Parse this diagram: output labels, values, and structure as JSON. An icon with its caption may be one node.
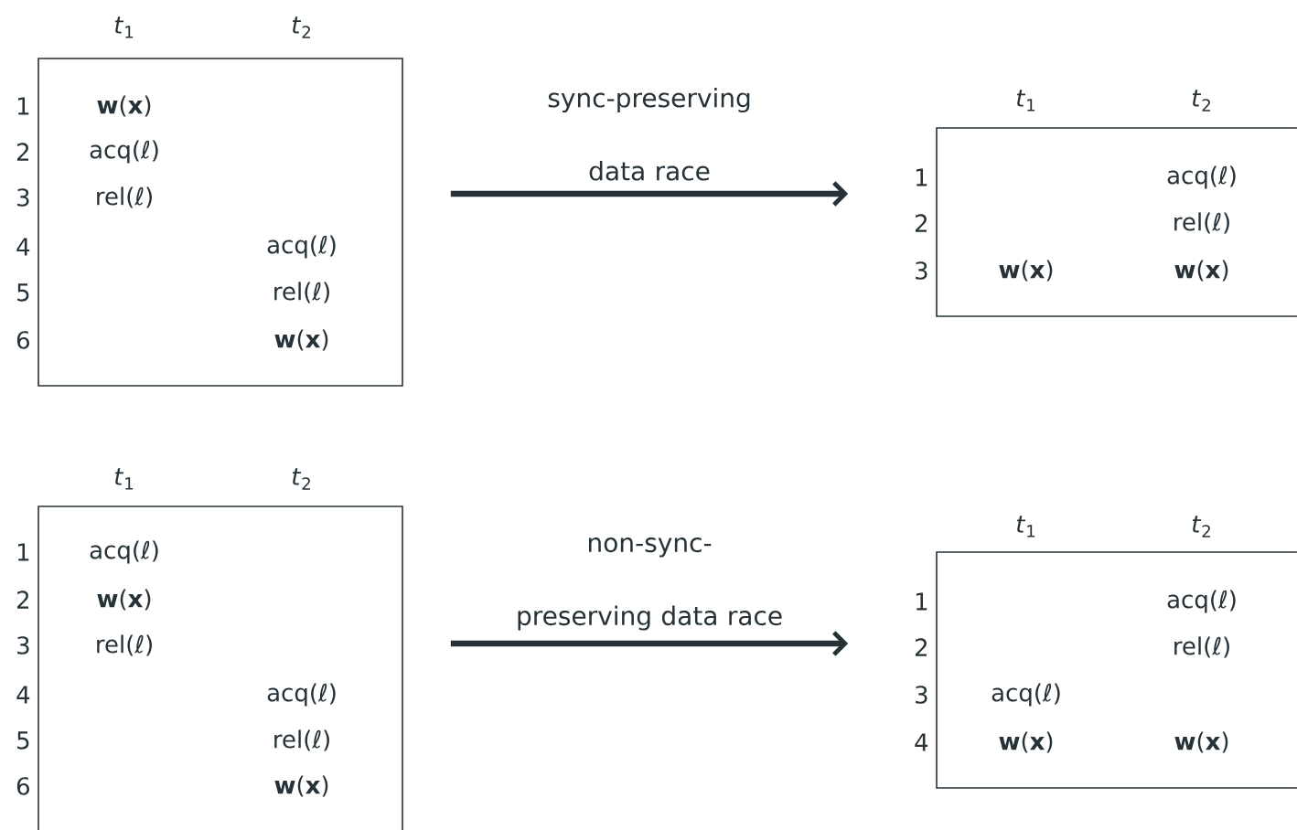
{
  "diagram": {
    "nodes": [
      {
        "text": [
          "*t*$_{1}$",
          "*t*$_{2}$",
          "**w**(**x**)",
          "acq(ℓ)",
          "rel(ℓ)",
          "acq(ℓ)",
          "rel(ℓ)",
          "**w**(**x**)"
        ],
        "beside": [
          "1",
          "2",
          "3",
          "4",
          "5",
          "6"
        ]
      },
      {
        "text": [
          "*t*$_{1}$",
          "*t*$_{2}$",
          "acq(ℓ)",
          "rel(ℓ)",
          "**w**(**x**)",
          "**w**(**x**)"
        ],
        "beside": [
          "1",
          "2",
          "3"
        ]
      },
      {
        "text": [
          "*t*$_{1}$",
          "*t*$_{2}$",
          "acq(ℓ)",
          "**w**(**x**)",
          "rel(ℓ)",
          "acq(ℓ)",
          "rel(ℓ)",
          "**w**(**x**)"
        ],
        "beside": [
          "1",
          "2",
          "3",
          "4",
          "5",
          "6"
        ]
      },
      {
        "text": [
          "*t*$_{1}$",
          "*t*$_{2}$",
          "acq(ℓ)",
          "rel(ℓ)",
          "acq(ℓ)",
          "**w**(**x**)",
          "**w**(**x**)"
        ],
        "beside": [
          "1",
          "2",
          "3",
          "4"
        ]
      }
    ],
    "edges": [
      {
        "from": 0,
        "to": 1,
        "arrow": "to",
        "label": "sync-preserving data race"
      },
      {
        "from": 2,
        "to": 3,
        "arrow": "to",
        "label": "non-sync-preserving data race"
      }
    ]
  }
}
